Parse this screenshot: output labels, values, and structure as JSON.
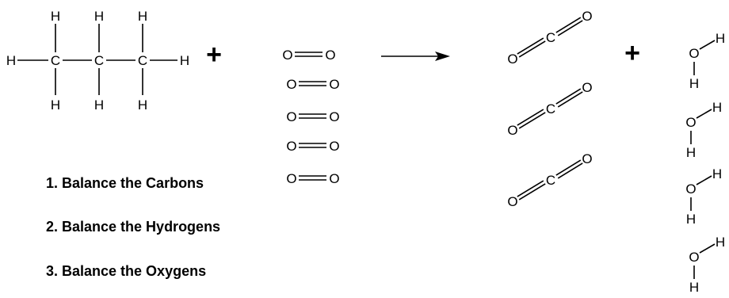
{
  "atoms": {
    "carbon": "C",
    "hydrogen": "H",
    "oxygen": "O"
  },
  "operators": {
    "plus": "+"
  },
  "steps": [
    "1. Balance the Carbons",
    "2. Balance the Hydrogens",
    "3. Balance the Oxygens"
  ],
  "counts": {
    "oxygen_molecules": 5,
    "carbon_dioxide_molecules": 3,
    "water_molecules": 4
  },
  "colors": {
    "ink": "#000000",
    "background": "#ffffff"
  }
}
